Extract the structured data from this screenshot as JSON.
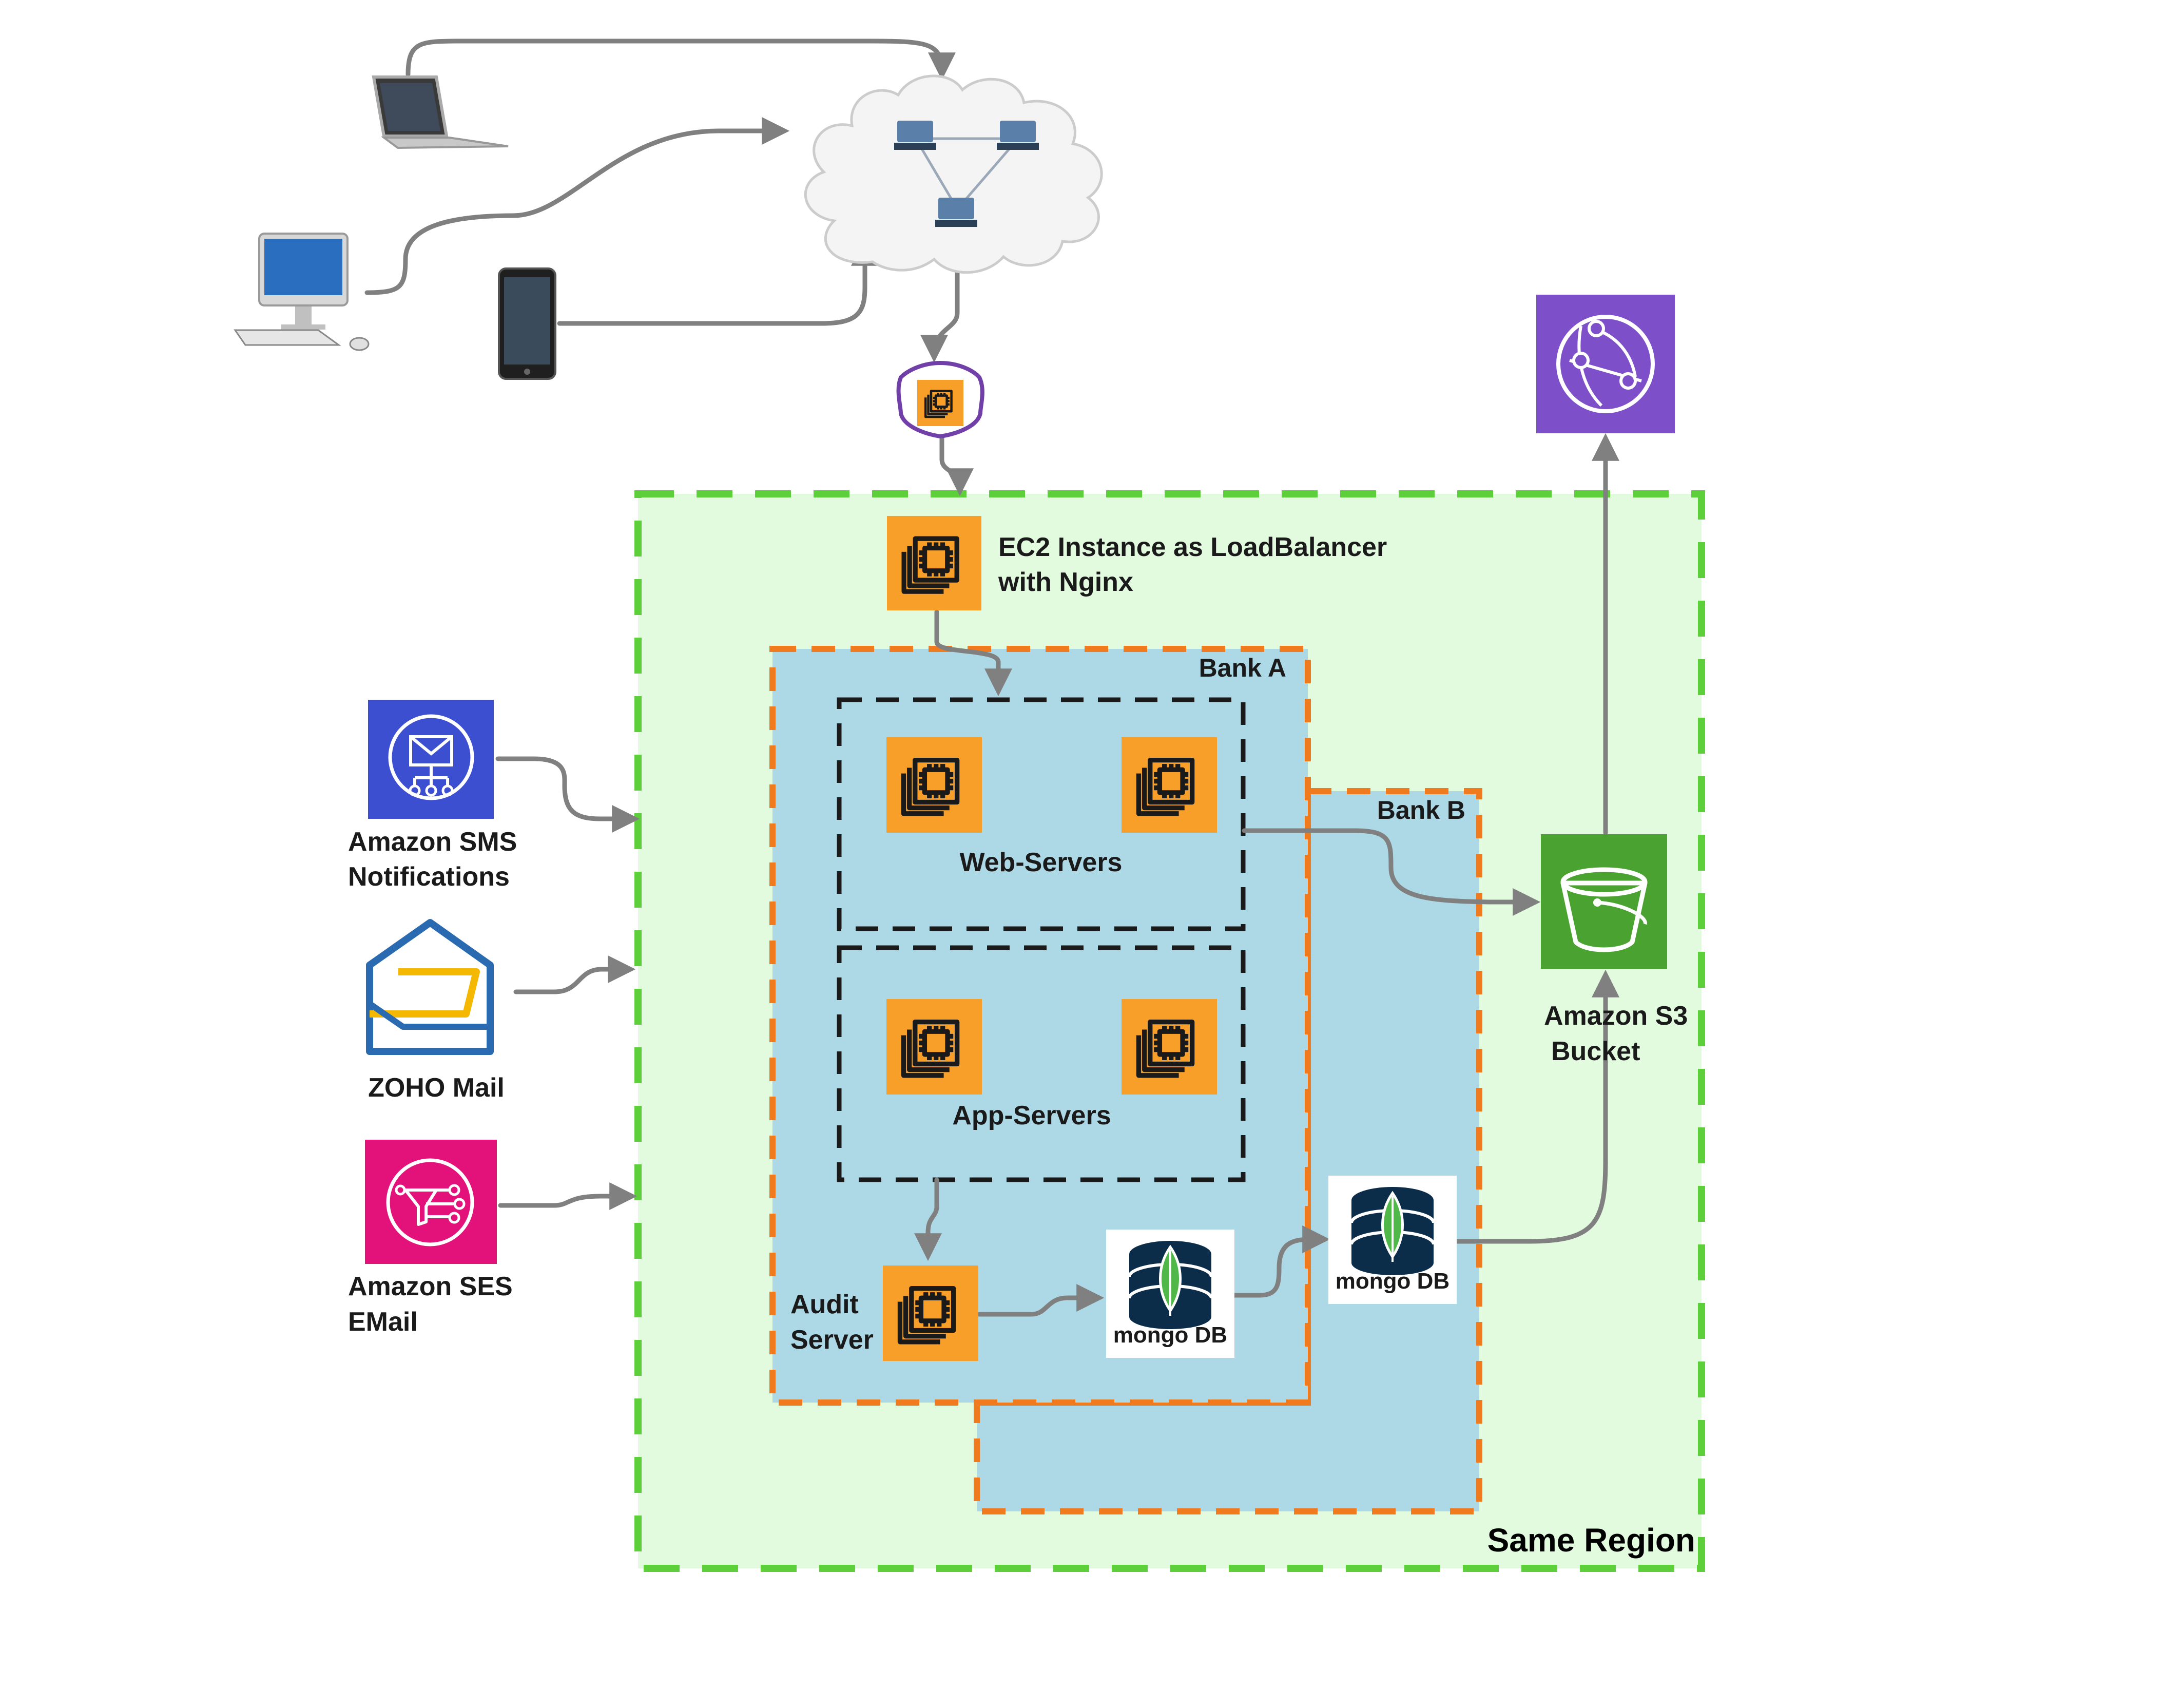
{
  "containers": {
    "region": {
      "label": "Same Region",
      "fill": "#e2fbdf",
      "border": "#5ccf3a"
    },
    "bank_a": {
      "label": "Bank A",
      "fill": "#add8e6",
      "border": "#f07a1e"
    },
    "bank_b": {
      "label": "Bank B",
      "fill": "#add8e6",
      "border": "#f07a1e"
    },
    "web_servers": {
      "label": "Web-Servers"
    },
    "app_servers": {
      "label": "App-Servers"
    }
  },
  "nodes": {
    "load_balancer": {
      "label_line1": "EC2 Instance as LoadBalancer",
      "label_line2": "with Nginx",
      "icon": "ec2-icon",
      "color": "#f79f28"
    },
    "audit_server": {
      "label_line1": "Audit",
      "label_line2": "Server",
      "icon": "ec2-icon"
    },
    "sms": {
      "label_line1": "Amazon SMS",
      "label_line2": "Notifications",
      "icon": "sns-icon",
      "color": "#3b4fd0"
    },
    "zoho": {
      "label": "ZOHO Mail",
      "icon": "zoho-mail-icon",
      "color": "#2a6ab0"
    },
    "ses": {
      "label_line1": "Amazon SES",
      "label_line2": "EMail",
      "icon": "ses-icon",
      "color": "#e3127b"
    },
    "s3": {
      "label_line1": "Amazon S3",
      "label_line2": "Bucket",
      "icon": "s3-bucket-icon",
      "color": "#4aa230"
    },
    "cloudfront": {
      "icon": "cloudfront-icon",
      "color": "#7d4fc9"
    },
    "mongo_a": {
      "text": "mongo DB",
      "icon": "mongodb-icon"
    },
    "mongo_b": {
      "text": "mongo DB",
      "icon": "mongodb-icon"
    },
    "internet_cloud": {
      "icon": "cloud-network-icon"
    },
    "shield": {
      "icon": "shield-ec2-icon"
    },
    "laptop": {
      "icon": "laptop-icon"
    },
    "desktop": {
      "icon": "desktop-icon"
    },
    "tablet": {
      "icon": "tablet-icon"
    }
  }
}
